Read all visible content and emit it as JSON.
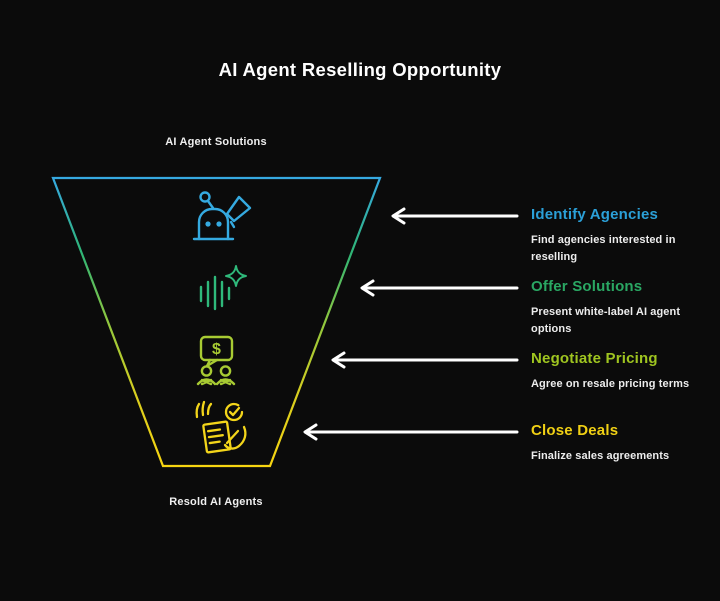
{
  "page": {
    "title": "AI Agent Reselling Opportunity",
    "background": "#0b0b0b"
  },
  "funnel": {
    "top_label": "AI Agent Solutions",
    "bottom_label": "Resold AI Agents",
    "outline_gradient": [
      "#36a9e1",
      "#2fb576",
      "#93c83d",
      "#d9ce1f",
      "#f7d511"
    ],
    "divider_gradients": [
      {
        "left": "#4ec06e",
        "right": "#2eb5b8"
      },
      {
        "left": "#c9d044",
        "right": "#36b377"
      },
      {
        "left": "#f0d21c",
        "right": "#a8ca37"
      }
    ],
    "arrow_color": "#ffffff",
    "stages": [
      {
        "title": "Identify Agencies",
        "description": "Find agencies interested in reselling",
        "title_color": "#2ba0d8",
        "icon_color": "#35aae0",
        "icon": "robot-megaphone-icon"
      },
      {
        "title": "Offer Solutions",
        "description": "Present white-label AI agent options",
        "title_color": "#2aa763",
        "icon_color": "#2fb97b",
        "icon": "waveform-sparkle-icon"
      },
      {
        "title": "Negotiate Pricing",
        "description": "Agree on resale pricing terms",
        "title_color": "#9fc520",
        "icon_color": "#a8cb33",
        "icon": "price-chat-icon",
        "icon_symbol": "$"
      },
      {
        "title": "Close Deals",
        "description": "Finalize sales agreements",
        "title_color": "#f0d014",
        "icon_color": "#f3d51a",
        "icon": "contract-check-icon"
      }
    ]
  }
}
